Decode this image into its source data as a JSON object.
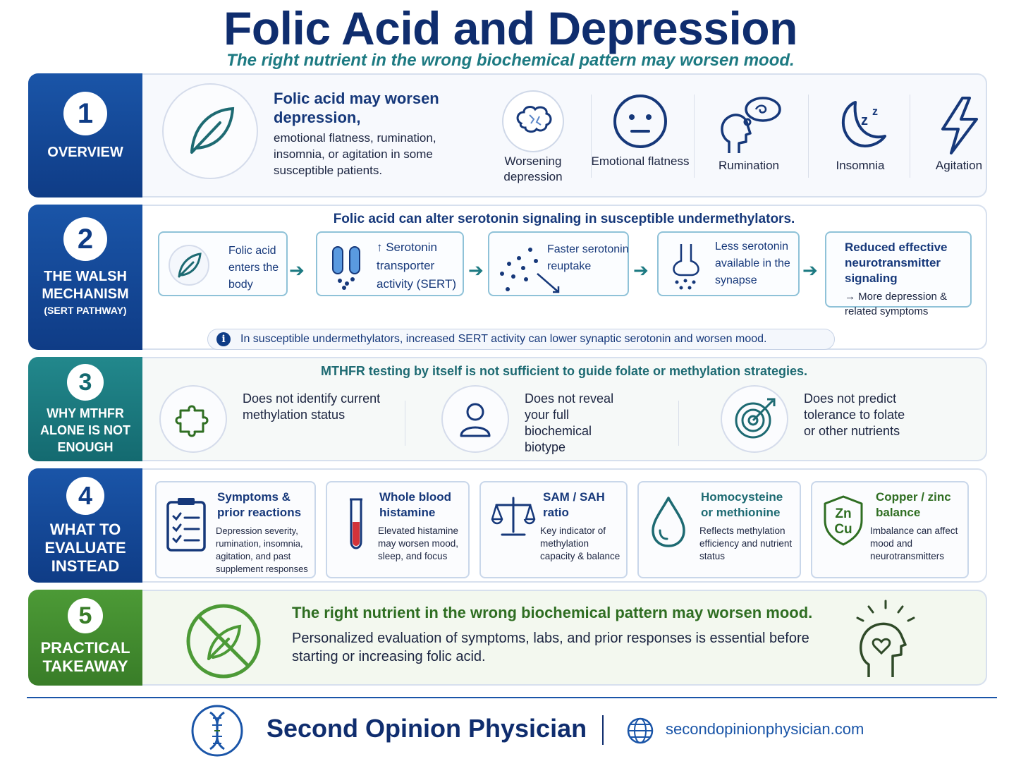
{
  "header": {
    "title": "Folic Acid and Depression",
    "subtitle": "The right nutrient in the wrong biochemical pattern may worsen mood."
  },
  "colors": {
    "navy": "#0f2d6e",
    "blue": "#1a55a8",
    "teal": "#1d7a82",
    "green": "#397d28"
  },
  "sections": {
    "overview": {
      "number": "1",
      "label": "OVERVIEW",
      "icon": "leaf-icon",
      "headline": "Folic acid may worsen depression,",
      "body": "emotional flatness, rumination, insomnia, or agitation in some susceptible patients.",
      "symptoms": [
        {
          "icon": "brain-icon",
          "label": "Worsening depression"
        },
        {
          "icon": "neutral-face-icon",
          "label": "Emotional flatness"
        },
        {
          "icon": "thought-head-icon",
          "label": "Rumination"
        },
        {
          "icon": "moon-zz-icon",
          "label": "Insomnia"
        },
        {
          "icon": "lightning-icon",
          "label": "Agitation"
        }
      ]
    },
    "walsh": {
      "number": "2",
      "label": "THE WALSH MECHANISM",
      "sublabel": "(SERT PATHWAY)",
      "headline": "Folic acid can alter serotonin signaling in susceptible undermethylators.",
      "steps": [
        {
          "icon": "leaf-icon",
          "text": "Folic acid enters the body"
        },
        {
          "icon": "transporter-icon",
          "text": "↑ Serotonin transporter activity (SERT)"
        },
        {
          "icon": "particles-icon",
          "text": "Faster serotonin reuptake"
        },
        {
          "icon": "synapse-icon",
          "text": "Less serotonin available in the synapse"
        },
        {
          "icon": "",
          "title": "Reduced effective neurotransmitter signaling",
          "text": "→ More depression & related symptoms"
        }
      ],
      "note": "In susceptible undermethylators, increased SERT activity can lower synaptic serotonin and worsen mood."
    },
    "mthfr": {
      "number": "3",
      "label": "WHY MTHFR ALONE IS NOT ENOUGH",
      "headline": "MTHFR testing by itself is not sufficient to guide folate or methylation strategies.",
      "items": [
        {
          "icon": "puzzle-icon",
          "text": "Does not identify current methylation status"
        },
        {
          "icon": "person-icon",
          "text": "Does not reveal your full biochemical biotype"
        },
        {
          "icon": "target-icon",
          "text": "Does not predict tolerance to folate or other nutrients"
        }
      ]
    },
    "evaluate": {
      "number": "4",
      "label": "WHAT TO EVALUATE INSTEAD",
      "cards": [
        {
          "icon": "clipboard-icon",
          "title": "Symptoms & prior reactions",
          "desc": "Depression severity, rumination, insomnia, agitation, and past supplement responses",
          "color": "#16387a"
        },
        {
          "icon": "test-tube-icon",
          "title": "Whole blood histamine",
          "desc": "Elevated histamine may worsen mood, sleep, and focus",
          "color": "#16387a"
        },
        {
          "icon": "scale-icon",
          "title": "SAM / SAH ratio",
          "desc": "Key indicator of methylation capacity & balance",
          "color": "#16387a"
        },
        {
          "icon": "drop-icon",
          "title": "Homocysteine or methionine",
          "desc": "Reflects methylation efficiency and nutrient status",
          "color": "#1d6a72"
        },
        {
          "icon": "zn-cu-shield-icon",
          "title": "Copper / zinc balance",
          "desc": "Imbalance can affect mood and neurotransmitters",
          "symbol_zn": "Zn",
          "symbol_cu": "Cu",
          "color": "#2f6e22"
        }
      ]
    },
    "takeaway": {
      "number": "5",
      "label": "PRACTICAL TAKEAWAY",
      "icon": "no-leaf-icon",
      "headline": "The right nutrient in the wrong biochemical pattern may worsen mood.",
      "body": "Personalized evaluation of symptoms, labs, and prior responses is essential before starting or increasing folic acid.",
      "side_icon": "head-heart-icon"
    }
  },
  "footer": {
    "logo": "dna-icon",
    "brand": "Second Opinion Physician",
    "globe": "globe-icon",
    "url": "secondopinionphysician.com"
  }
}
